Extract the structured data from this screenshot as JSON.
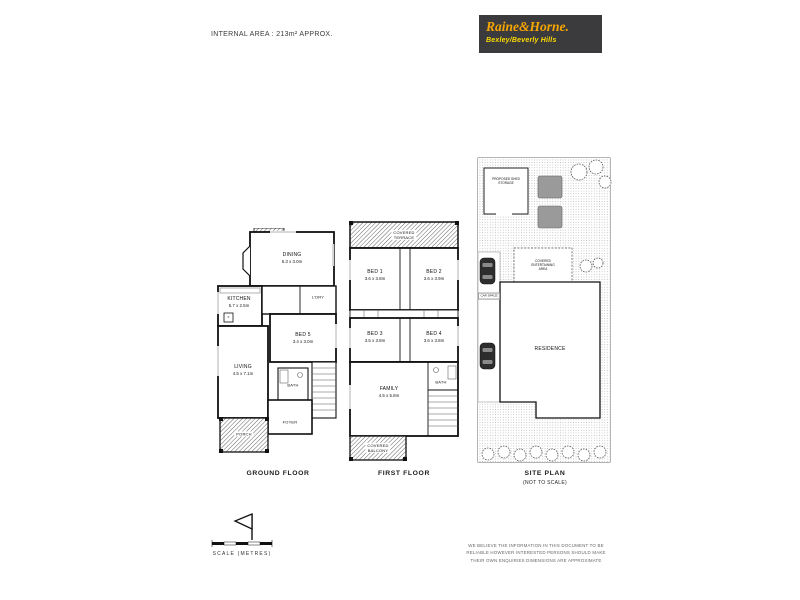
{
  "header": {
    "internal_area": "INTERNAL AREA : 213m² APPROX.",
    "brand": "Raine&Horne.",
    "office": "Bexley/Beverly Hills",
    "brand_color": "#F7A600",
    "office_color": "#FFDD00",
    "logo_bg": "#3B3B3D"
  },
  "plans": {
    "ground": {
      "caption": "GROUND FLOOR",
      "rooms": {
        "dining": {
          "name": "DINING",
          "dims": "5.3 x 3.0m"
        },
        "kitchen": {
          "name": "KITCHEN",
          "dims": "5.7 x 2.5m",
          "fridge": "F"
        },
        "laundry": {
          "name": "L'DRY"
        },
        "bed5": {
          "name": "BED 5",
          "dims": "3.4 x 3.0m"
        },
        "living": {
          "name": "LIVING",
          "dims": "4.5 x 7.1m"
        },
        "bath": {
          "name": "BATH"
        },
        "foyer": {
          "name": "FOYER"
        },
        "porch": {
          "name": "PORCH"
        }
      }
    },
    "first": {
      "caption": "FIRST FLOOR",
      "rooms": {
        "terrace": {
          "lines": [
            "COVERED",
            "TERRACE"
          ]
        },
        "bed1": {
          "name": "BED 1",
          "dims": "3.6 x 3.8m"
        },
        "bed2": {
          "name": "BED 2",
          "dims": "3.6 x 3.9m"
        },
        "bed3": {
          "name": "BED 3",
          "dims": "3.5 x 3.8m"
        },
        "bed4": {
          "name": "BED 4",
          "dims": "3.6 x 3.8m"
        },
        "family": {
          "name": "FAMILY",
          "dims": "4.5 x 5.8m"
        },
        "bath": {
          "name": "BATH"
        },
        "balcony": {
          "lines": [
            "COVERED",
            "BALCONY"
          ]
        }
      }
    },
    "site": {
      "caption": "SITE PLAN",
      "subcaption": "(NOT TO SCALE)",
      "labels": {
        "shed": {
          "lines": [
            "PROPOSED SHED",
            "STORAGE"
          ]
        },
        "entertaining": {
          "lines": [
            "COVERED",
            "ENTERTAINING",
            "AREA"
          ]
        },
        "residence": "RESIDENCE",
        "car_space": "CAR SPACE"
      }
    }
  },
  "footer": {
    "scale_label": "SCALE (METRES)",
    "disclaimer": [
      "WE BELIEVE THE INFORMATION IN THIS DOCUMENT TO BE",
      "RELIABLE HOWEVER INTERESTED PERSONS SHOULD MAKE",
      "THEIR OWN ENQUIRIES DIMENSIONS ARE APPROXIMATE"
    ]
  }
}
